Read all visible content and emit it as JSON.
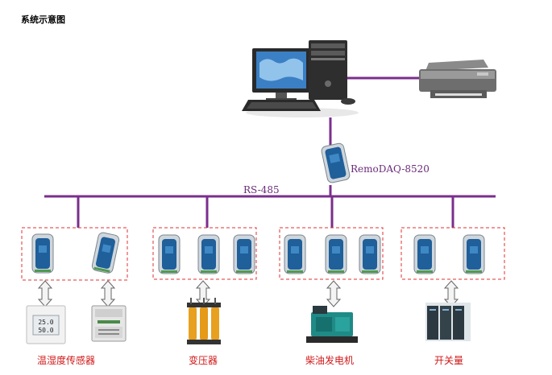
{
  "title": "系统示意图",
  "gateway": {
    "label": "RemoDAQ-8520"
  },
  "bus": {
    "label": "RS-485"
  },
  "categories": [
    {
      "label": "温湿度传感器"
    },
    {
      "label": "变压器"
    },
    {
      "label": "柴油发电机"
    },
    {
      "label": "开关量"
    }
  ],
  "sensor_display": {
    "line1": "25.0",
    "line2": "50.0"
  },
  "colors": {
    "bus": "#7a2f8c",
    "module_body": "#1f5f9a",
    "module_side": "#cfd6dc",
    "group_border": "#e03030",
    "label_red": "#d01818",
    "transformer": "#e8a020"
  }
}
